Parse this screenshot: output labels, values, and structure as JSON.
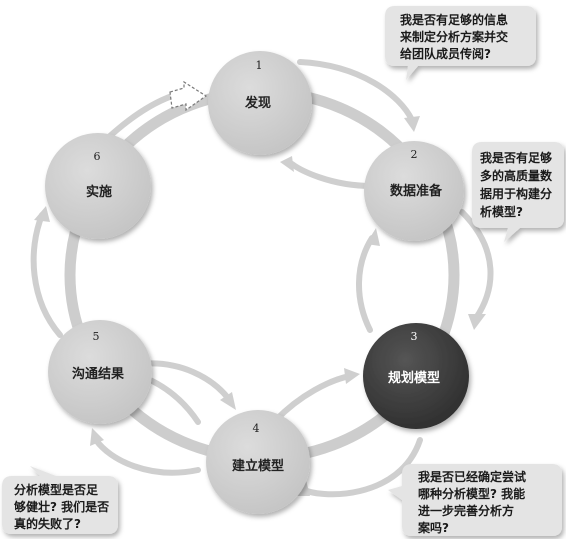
{
  "colors": {
    "node_fill": "#d0d0d0",
    "node_fill_dark": "#3d3d3d",
    "ring": "#cdcdcd",
    "bubble_fill": "#e4e4e4",
    "arrow": "#d6d6d6"
  },
  "phases": [
    {
      "number": "1",
      "label": "发现"
    },
    {
      "number": "2",
      "label": "数据准备"
    },
    {
      "number": "3",
      "label": "规划模型"
    },
    {
      "number": "4",
      "label": "建立模型"
    },
    {
      "number": "5",
      "label": "沟通结果"
    },
    {
      "number": "6",
      "label": "实施"
    }
  ],
  "questions": {
    "after_discovery": [
      "我是否有足够的信息",
      "来制定分析方案并交",
      "给团队成员传阅?"
    ],
    "after_data_prep": [
      "我是否有足够",
      "多的高质量数",
      "据用于构建分",
      "析模型?"
    ],
    "after_model_planning": [
      "我是否已经确定尝试",
      "哪种分析模型? 我能",
      "进一步完善分析方",
      "案吗?"
    ],
    "after_model_building": [
      "分析模型是否足",
      "够健壮? 我们是否",
      "真的失败了?"
    ]
  }
}
